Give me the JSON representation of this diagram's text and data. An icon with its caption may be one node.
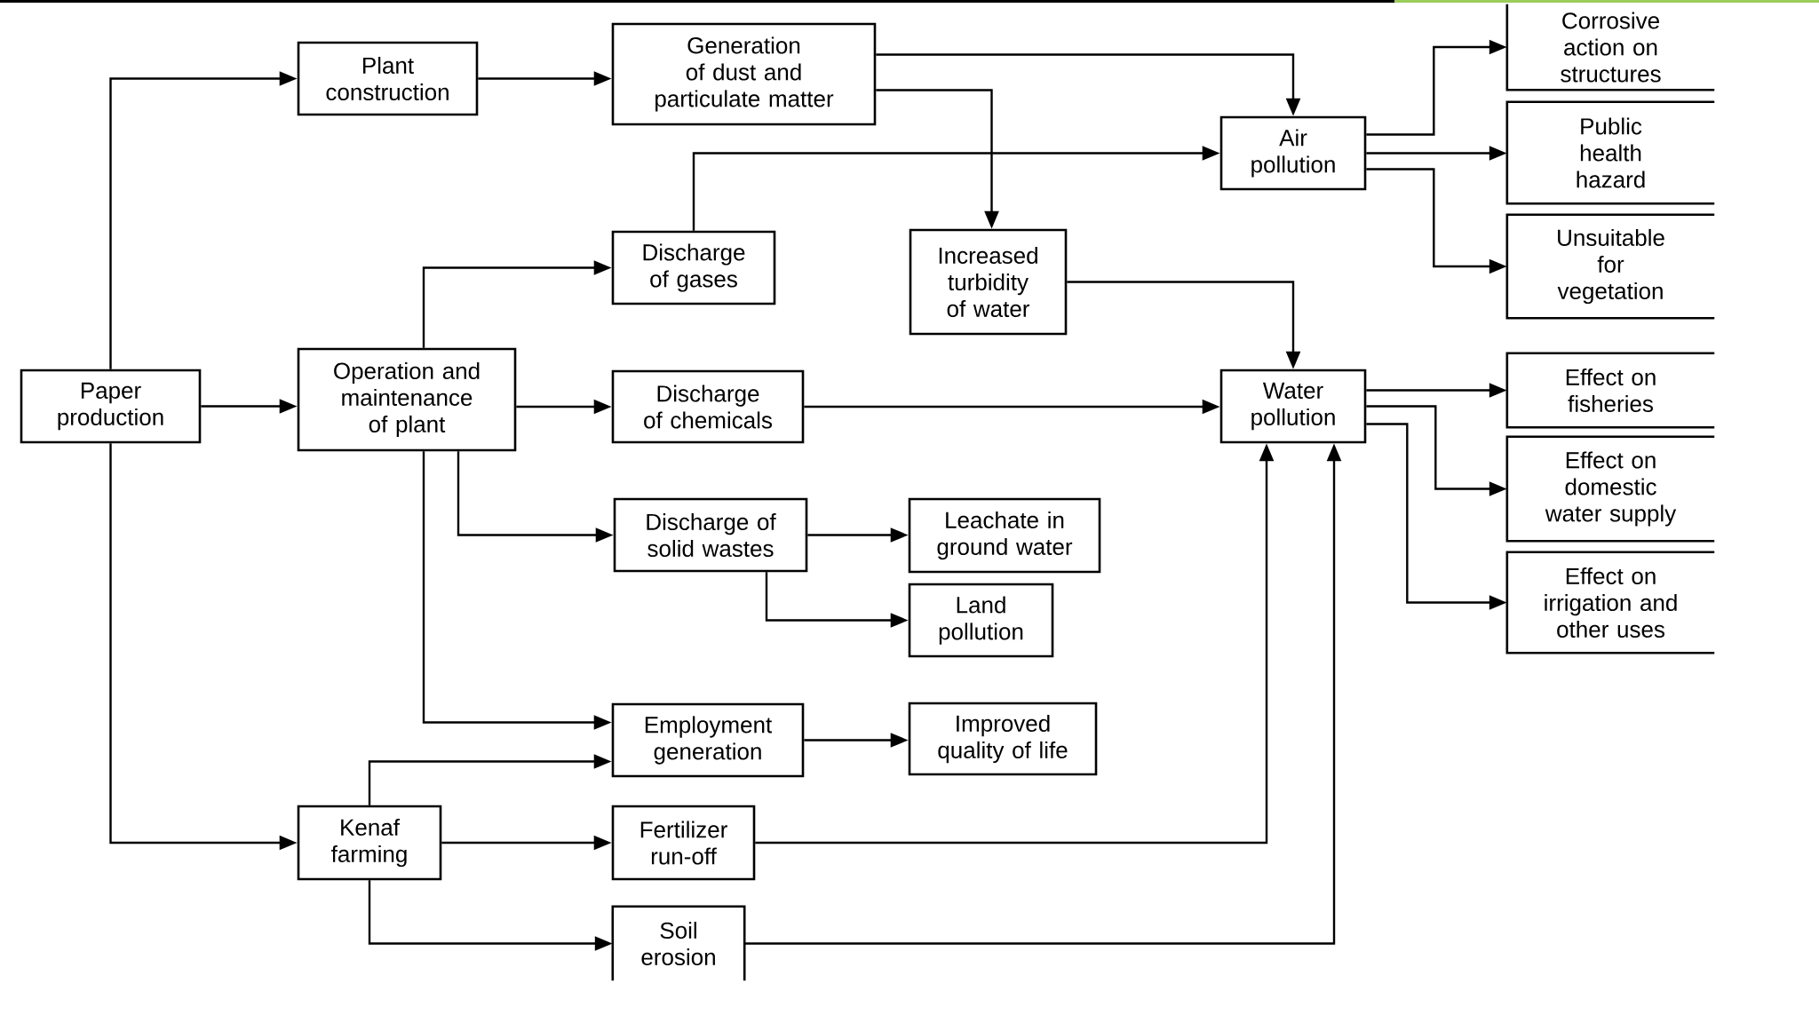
{
  "diagram": {
    "nodes": [
      {
        "text": [
          "Paper production"
        ]
      },
      {
        "text": [
          "Plant construction"
        ]
      },
      {
        "text": [
          "Generation of dust and particulate matter"
        ]
      },
      {
        "text": [
          "Corrosive action on structures"
        ]
      },
      {
        "text": [
          "Air pollution"
        ]
      },
      {
        "text": [
          "Public health hazard"
        ]
      },
      {
        "text": [
          "Discharge of gases"
        ]
      },
      {
        "text": [
          "Increased turbidity of water"
        ]
      },
      {
        "text": [
          "Unsuitable for vegetation"
        ]
      },
      {
        "text": [
          "Operation and maintenance of plant"
        ]
      },
      {
        "text": [
          "Discharge of chemicals"
        ]
      },
      {
        "text": [
          "Water pollution"
        ]
      },
      {
        "text": [
          "Effect on fisheries"
        ]
      },
      {
        "text": [
          "Effect on domestic water supply"
        ]
      },
      {
        "text": [
          "Discharge of solid wastes"
        ]
      },
      {
        "text": [
          "Leachate in ground water"
        ]
      },
      {
        "text": [
          "Land pollution"
        ]
      },
      {
        "text": [
          "Effect on irrigation and other uses"
        ]
      },
      {
        "text": [
          "Employment generation"
        ]
      },
      {
        "text": [
          "Improved quality of life"
        ]
      },
      {
        "text": [
          "Kenaf farming"
        ]
      },
      {
        "text": [
          "Fertilizer run-off"
        ]
      },
      {
        "text": [
          "Soil erosion"
        ]
      }
    ],
    "edges": [
      {
        "from": 0,
        "to": 1,
        "arrow": "to"
      },
      {
        "from": 0,
        "to": 9,
        "arrow": "to"
      },
      {
        "from": 0,
        "to": 20,
        "arrow": "to"
      },
      {
        "from": 1,
        "to": 2,
        "arrow": "to"
      },
      {
        "from": 2,
        "to": 4,
        "arrow": "to"
      },
      {
        "from": 2,
        "to": 7,
        "arrow": "to"
      },
      {
        "from": 4,
        "to": 3,
        "arrow": "to"
      },
      {
        "from": 4,
        "to": 5,
        "arrow": "to"
      },
      {
        "from": 4,
        "to": 8,
        "arrow": "to"
      },
      {
        "from": 6,
        "to": 4,
        "arrow": "to"
      },
      {
        "from": 7,
        "to": 11,
        "arrow": "to"
      },
      {
        "from": 9,
        "to": 6,
        "arrow": "to"
      },
      {
        "from": 9,
        "to": 10,
        "arrow": "to"
      },
      {
        "from": 9,
        "to": 14,
        "arrow": "to"
      },
      {
        "from": 9,
        "to": 18,
        "arrow": "to"
      },
      {
        "from": 10,
        "to": 11,
        "arrow": "to"
      },
      {
        "from": 11,
        "to": 12,
        "arrow": "to"
      },
      {
        "from": 11,
        "to": 13,
        "arrow": "to"
      },
      {
        "from": 11,
        "to": 17,
        "arrow": "to"
      },
      {
        "from": 14,
        "to": 15,
        "arrow": "to"
      },
      {
        "from": 14,
        "to": 16,
        "arrow": "to"
      },
      {
        "from": 18,
        "to": 19,
        "arrow": "to"
      },
      {
        "from": 20,
        "to": 18,
        "arrow": "to"
      },
      {
        "from": 20,
        "to": 21,
        "arrow": "to"
      },
      {
        "from": 20,
        "to": 22,
        "arrow": "to"
      },
      {
        "from": 21,
        "to": 11,
        "arrow": "to"
      },
      {
        "from": 22,
        "to": 11,
        "arrow": "to"
      }
    ]
  }
}
